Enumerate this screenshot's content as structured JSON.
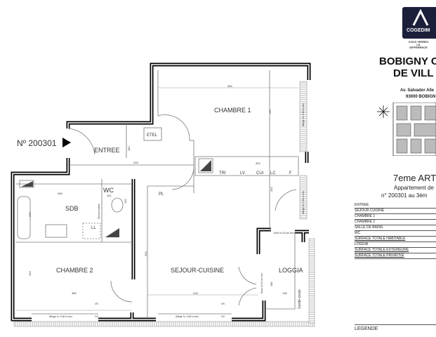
{
  "plan": {
    "apartment_number": "Nº 200301",
    "rooms": {
      "chambre1": "CHAMBRE 1",
      "etel": "ETEL",
      "entree": "ENTREE",
      "wc": "WC",
      "sdb": "SDB",
      "chambre2": "CHAMBRE 2",
      "sejour": "SEJOUR-CUISINE",
      "loggia": "LOGGIA",
      "pl": "PL",
      "ll": "LL"
    },
    "kitchen_items": [
      "TRI",
      "LV",
      "CUI",
      "LC",
      "F"
    ],
    "dimensions": {
      "chambre1_width": "484",
      "chambre1_depth": "267",
      "entree_width": "428",
      "kitchen_run": "302",
      "entree_depth": "182",
      "sdb_width": "289",
      "wc_width": "161",
      "wc_depth": "132",
      "sdb_depth": "170",
      "chambre2_depth": "240",
      "chambre2_width": "366",
      "sejour_depth": "294",
      "sejour_width": "418",
      "sejour_right": "242",
      "loggia_width": "136",
      "loggia_depth": "180"
    },
    "notes": {
      "allege_bottom": "Allège h= 0.60 m env.",
      "allege_right": "Allège h= 0.60 m env.",
      "seuil_top": "Seuil h=15 cm env.",
      "seuil_side": "Seuil h=15 cm env.",
      "garde_corps": "Garde-corps",
      "cloison": "Cloison basse",
      "vr": "VR",
      "gc": "GC"
    }
  },
  "panel": {
    "brand": "COGEDIM",
    "tagline": "VOUS VERREZ LA DIFFÉRENCE",
    "title_line1": "BOBIGNY C",
    "title_line2": "DE VILL",
    "address_line1": "Av. Salvador Alle",
    "address_line2": "93000 BOBIGN",
    "program": "7eme ART",
    "type_line": "Appartement de",
    "number_line": "n° 200301 au 3èm",
    "table": [
      "ENTREE",
      "SEJOUR-CUISINE",
      "CHAMBRE 1",
      "CHAMBRE 2",
      "SALLE DE BAINS",
      "WC",
      "SURFACE TOTALE HABITABLE",
      "LOGGIA",
      "SURFACE TOTALE EXTERIEURE",
      "SURFACE TOTALE PRIVATIVE"
    ],
    "legend": "LEGENDE"
  }
}
